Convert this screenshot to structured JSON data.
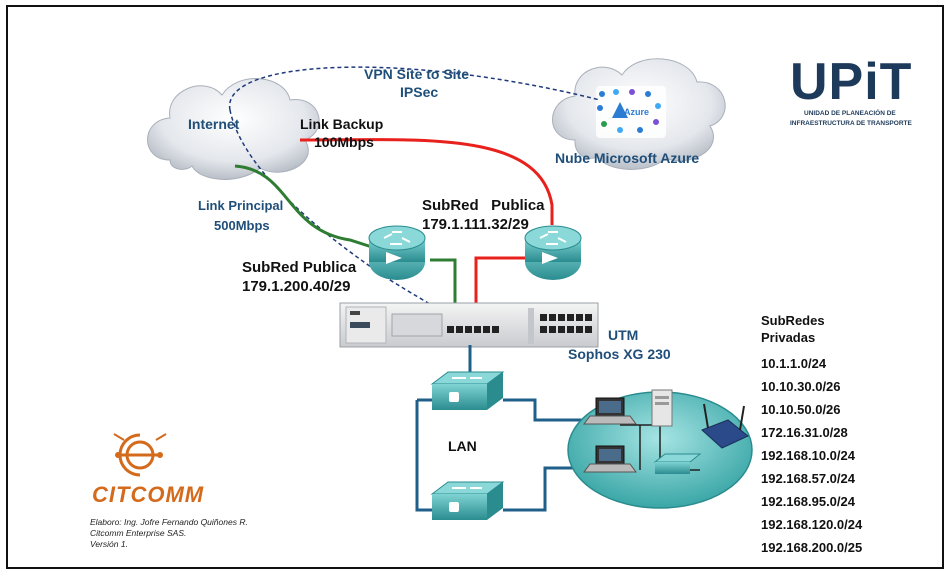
{
  "labels": {
    "vpn_line1": "VPN Site to Site",
    "vpn_line2": "IPSec",
    "internet": "Internet",
    "link_backup_line1": "Link Backup",
    "link_backup_line2": "100Mbps",
    "azure_cloud": "Nube Microsoft Azure",
    "azure_logo_text": "Azure",
    "link_principal_line1": "Link Principal",
    "link_principal_line2": "500Mbps",
    "subred_publica_b_line1": "SubRed   Publica",
    "subred_publica_b_line2": "179.1.111.32/29",
    "subred_publica_a_line1": "SubRed Publica",
    "subred_publica_a_line2": "179.1.200.40/29",
    "utm_line1": "UTM",
    "utm_line2": "Sophos XG 230",
    "lan": "LAN"
  },
  "subnets": {
    "title_line1": "SubRedes",
    "title_line2": "Privadas",
    "items": [
      "10.1.1.0/24",
      "10.10.30.0/26",
      "10.10.50.0/26",
      "172.16.31.0/28",
      "192.168.10.0/24",
      "192.168.57.0/24",
      "192.168.95.0/24",
      "192.168.120.0/24",
      "192.168.200.0/25"
    ]
  },
  "upit": {
    "logo_word": "UPiT",
    "subtitle_line1": "UNIDAD DE PLANEACIÓN DE",
    "subtitle_line2": "INFRAESTRUCTURA DE TRANSPORTE"
  },
  "citcomm": {
    "name": "CITCOMM",
    "credit_line1": "Elaboro: Ing. Jofre Fernando Quiñones R.",
    "credit_line2": "Citcomm Enterprise SAS.",
    "credit_line3": "Versión 1."
  },
  "colors": {
    "backup_link": "#e8211d",
    "principal_link": "#2e7d32",
    "vpn_dash": "#1f3a7a",
    "lan_cable": "#1f5f8a",
    "router_teal": "#3aa6a6",
    "brand_orange": "#d46a1c",
    "label_blue": "#1f4e79"
  }
}
